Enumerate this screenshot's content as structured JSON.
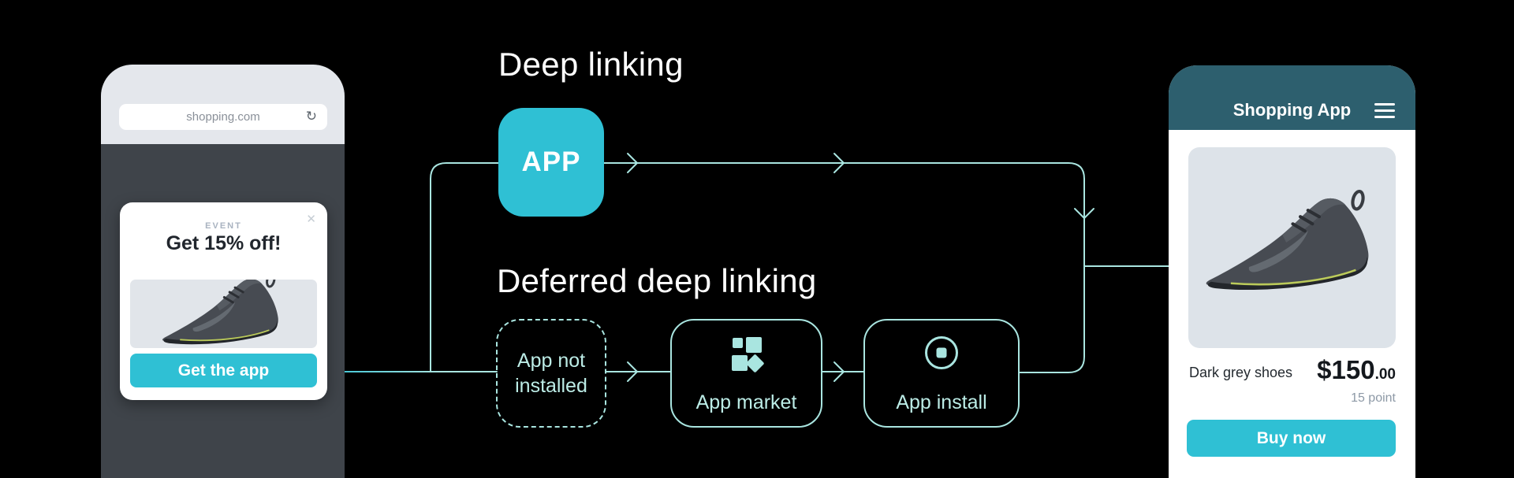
{
  "headings": {
    "deep_linking": "Deep linking",
    "deferred_deep_linking": "Deferred deep linking"
  },
  "left_phone": {
    "address_bar": {
      "url": "shopping.com"
    },
    "popup": {
      "eyebrow": "EVENT",
      "title": "Get 15% off!",
      "cta_label": "Get the app"
    }
  },
  "flow": {
    "app_box_label": "APP",
    "app_not_installed_label": "App not installed",
    "app_market_label": "App market",
    "app_install_label": "App install"
  },
  "right_phone": {
    "header_title": "Shopping App",
    "product": {
      "name": "Dark grey shoes",
      "price_main": "$150",
      "price_fraction": ".00",
      "points": "15 point"
    },
    "cta_label": "Buy now"
  },
  "icons": {
    "refresh": "↻",
    "close": "✕",
    "menu": "☰"
  },
  "colors": {
    "accent": "#2fc0d4",
    "line": "#a9e5e0",
    "boxtext": "#bcece6",
    "header": "#2d5f6e",
    "bg": "#000000"
  }
}
